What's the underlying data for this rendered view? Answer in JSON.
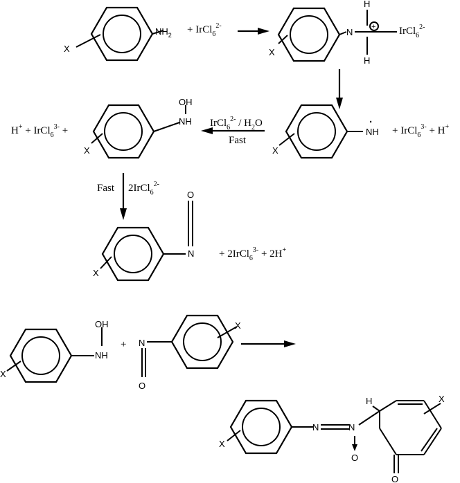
{
  "atoms": {
    "x": "X",
    "nh2": "NH",
    "nh2_sub": "2",
    "n": "N",
    "h": "H",
    "nh": "NH",
    "oh": "OH",
    "o": "O",
    "nh_radical": "NH",
    "plus_charge": "+",
    "radical_dot": "·"
  },
  "reagents": {
    "plus_ircl6_2m": {
      "pre": "+ IrCl",
      "sub": "6",
      "sup": "2-"
    },
    "ircl6_2m": {
      "pre": "IrCl",
      "sub": "6",
      "sup": "2-"
    },
    "step2_right": [
      {
        "t": "+ IrCl"
      },
      {
        "t": "6",
        "k": "sub"
      },
      {
        "t": "3-",
        "k": "sup"
      },
      {
        "t": " + H"
      },
      {
        "t": "+",
        "k": "sup"
      }
    ],
    "step3_left": [
      {
        "t": "H"
      },
      {
        "t": "+",
        "k": "sup"
      },
      {
        "t": " + IrCl"
      },
      {
        "t": "6",
        "k": "sub"
      },
      {
        "t": "3-",
        "k": "sup"
      },
      {
        "t": " +"
      }
    ],
    "step3_arrow_top": [
      {
        "t": "IrCl"
      },
      {
        "t": "6",
        "k": "sub"
      },
      {
        "t": "2-",
        "k": "sup"
      },
      {
        "t": " / H"
      },
      {
        "t": "2",
        "k": "sub"
      },
      {
        "t": "O"
      }
    ],
    "step3_arrow_bottom": "Fast",
    "step4_arrow_left": "Fast",
    "step4_arrow_right": [
      {
        "t": "2IrCl"
      },
      {
        "t": "6",
        "k": "sub"
      },
      {
        "t": "2-",
        "k": "sup"
      }
    ],
    "step4_products": [
      {
        "t": "+ 2IrCl"
      },
      {
        "t": "6",
        "k": "sub"
      },
      {
        "t": "3-",
        "k": "sup"
      },
      {
        "t": " + 2H"
      },
      {
        "t": "+",
        "k": "sup"
      }
    ],
    "plus": "+"
  }
}
